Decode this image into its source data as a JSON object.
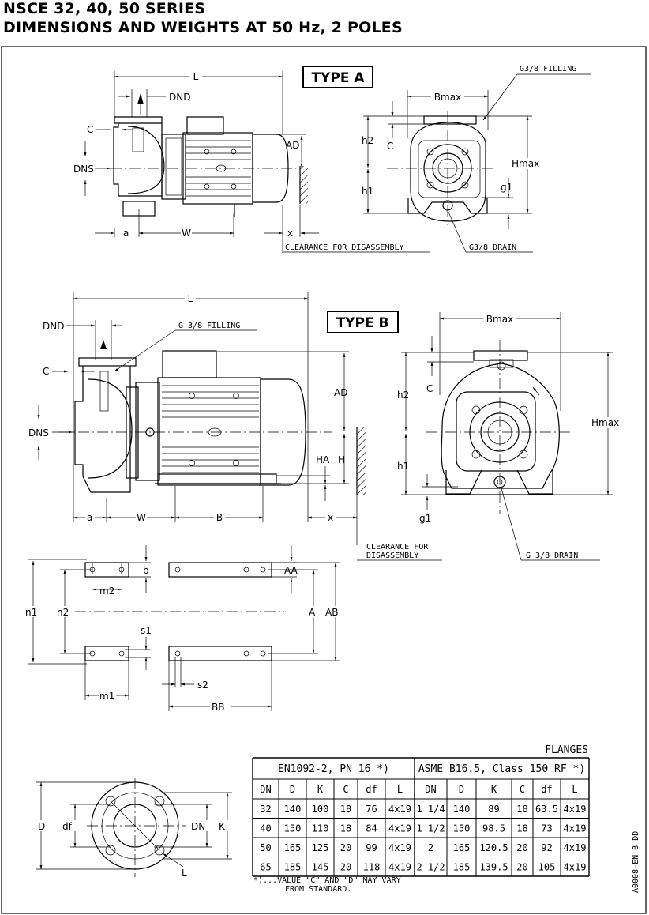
{
  "header": {
    "line1": "NSCE 32, 40, 50 SERIES",
    "line2": "DIMENSIONS AND WEIGHTS AT 50 Hz, 2 POLES"
  },
  "type_a": {
    "title": "TYPE A",
    "labels": {
      "L": "L",
      "DND": "DND",
      "C": "C",
      "AD": "AD",
      "DNS": "DNS",
      "a": "a",
      "W": "W",
      "x": "x",
      "clearance": "CLEARANCE FOR DISASSEMBLY",
      "filling": "G3/8 FILLING",
      "bmax": "Bmax",
      "h2": "h2",
      "c2": "C",
      "hmax": "Hmax",
      "h1": "h1",
      "g1": "g1",
      "drain": "G3/8  DRAIN"
    }
  },
  "type_b": {
    "title": "TYPE B",
    "labels": {
      "L": "L",
      "DND": "DND",
      "filling": "G 3/8 FILLING",
      "C": "C",
      "AD": "AD",
      "DNS": "DNS",
      "HA": "HA",
      "H": "H",
      "a": "a",
      "W": "W",
      "B": "B",
      "x": "x",
      "clearance1": "CLEARANCE FOR",
      "clearance2": "DISASSEMBLY",
      "bmax": "Bmax",
      "h2": "h2",
      "c2": "C",
      "hmax": "Hmax",
      "h1": "h1",
      "g1": "g1",
      "drain": "G 3/8 DRAIN"
    }
  },
  "foot": {
    "labels": {
      "b": "b",
      "m2": "m2",
      "AA": "AA",
      "n1": "n1",
      "n2": "n2",
      "A": "A",
      "AB": "AB",
      "s1": "s1",
      "m1": "m1",
      "s2": "s2",
      "BB": "BB"
    }
  },
  "flange": {
    "labels": {
      "D": "D",
      "df": "df",
      "DN": "DN",
      "K": "K",
      "L": "L"
    }
  },
  "table": {
    "title": "FLANGES",
    "group1": "EN1092-2, PN 16 *)",
    "group2": "ASME B16.5, Class 150 RF *)",
    "columns": [
      "DN",
      "D",
      "K",
      "C",
      "df",
      "L",
      "DN",
      "D",
      "K",
      "C",
      "df",
      "L"
    ],
    "rows": [
      [
        "32",
        "140",
        "100",
        "18",
        "76",
        "4x19",
        "1 1/4",
        "140",
        "89",
        "18",
        "63.5",
        "4x19"
      ],
      [
        "40",
        "150",
        "110",
        "18",
        "84",
        "4x19",
        "1 1/2",
        "150",
        "98.5",
        "18",
        "73",
        "4x19"
      ],
      [
        "50",
        "165",
        "125",
        "20",
        "99",
        "4x19",
        "2",
        "165",
        "120.5",
        "20",
        "92",
        "4x19"
      ],
      [
        "65",
        "185",
        "145",
        "20",
        "118",
        "4x19",
        "2 1/2",
        "185",
        "139.5",
        "20",
        "105",
        "4x19"
      ]
    ],
    "note1": "*)...VALUE \"C\" AND \"D\" MAY VARY",
    "note2": "FROM STANDARD."
  },
  "code": "A0008-EN_B_DD"
}
